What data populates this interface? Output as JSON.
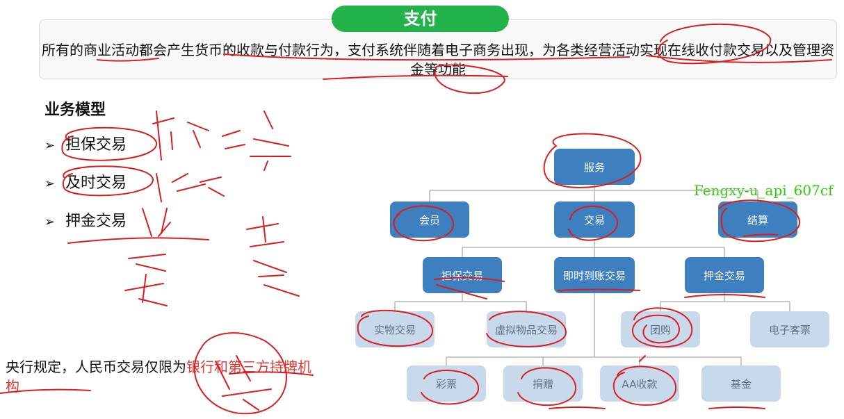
{
  "header": {
    "title": "支付",
    "intro": "所有的商业活动都会产生货币的收款与付款行为，支付系统伴随着电子商务出现，为各类经营活动实现在线收付款交易以及管理资金等功能"
  },
  "business_model": {
    "title": "业务模型",
    "items": [
      "担保交易",
      "及时交易",
      "押金交易"
    ]
  },
  "note": {
    "prefix": "央行规定，人民币交易仅限为",
    "highlight": "银行和第三方持牌机构"
  },
  "watermark": "Fengxy-u_api_607cf",
  "diagram": {
    "root": "服务",
    "level1": [
      "会员",
      "交易",
      "结算"
    ],
    "level2": [
      "担保交易",
      "即时到账交易",
      "押金交易"
    ],
    "level3": [
      "实物交易",
      "虚拟物品交易",
      "团购",
      "电子客票"
    ],
    "level4": [
      "彩票",
      "捐赠",
      "AA收款",
      "基金"
    ]
  },
  "colors": {
    "title_green": "#22b34a",
    "node_dark": "#3d7fbf",
    "node_light": "#c8d9ec",
    "annotation_red": "#d81e1e",
    "watermark_green": "#2ad100"
  }
}
